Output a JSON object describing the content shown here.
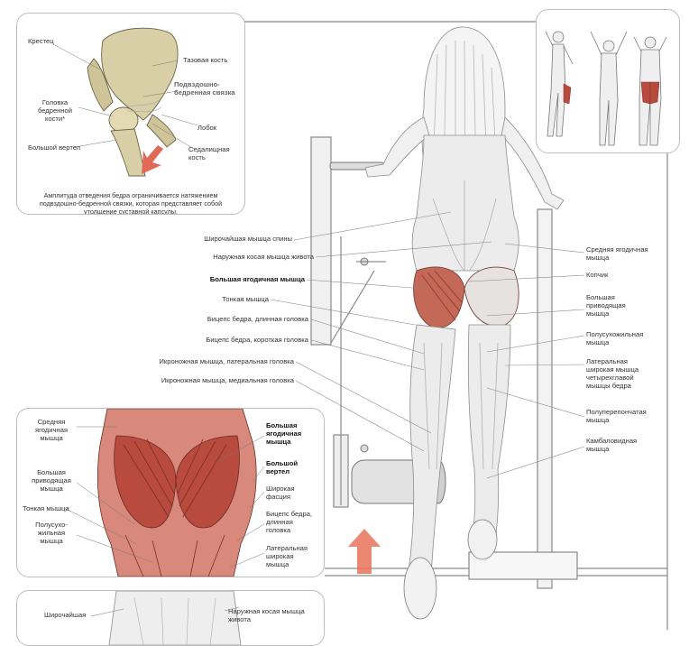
{
  "pelvis_inset": {
    "labels": {
      "sacrum": "Крестец",
      "pelvic_bone": "Тазовая кость",
      "iliofemoral_ligament": "Подвздошно-\nбедренная связка",
      "femur_head": "Головка\nбедренной\nкости*",
      "pubis": "Лобок",
      "greater_trochanter": "Большой вертел",
      "ischium": "Седалищная\nкость"
    },
    "caption": "Амплитуда отведения бедра ограничивается натяжением подвздошно-бедренной связки, которая представляет собой утолщение суставной капсулы."
  },
  "main_labels_left": {
    "latissimus": "Широчайшая мышца спины",
    "external_oblique": "Наружная косая мышца живота",
    "gluteus_maximus": "Большая ягодичная мышца",
    "gracilis": "Тонкая мышца",
    "biceps_long": "Бицепс бедра, длинная головка",
    "biceps_short": "Бицепс бедра, короткая головка",
    "gastrocnemius_lateral": "Икроножная мышца, латеральная головка",
    "gastrocnemius_medial": "Икроножная мышца, медиальная головка"
  },
  "main_labels_right": {
    "gluteus_medius": "Средняя ягодичная\nмышца",
    "coccyx": "Копчик",
    "adductor_magnus": "Большая\nприводящая\nмышца",
    "semitendinosus": "Полусухожильная\nмышца",
    "vastus_lateralis": "Латеральная\nширокая мышца\nчетырехглавой\nмышцы бедра",
    "semimembranosus": "Полуперепончатая\nмышца",
    "soleus": "Камбаловидная\nмышца"
  },
  "glute_inset": {
    "left": {
      "gluteus_medius": "Средняя\nягодичная\nмышца",
      "adductor_magnus": "Большая\nприводящая\nмышца",
      "gracilis": "Тонкая мышца",
      "semitendinosus": "Полусухо-\nжильная\nмышца"
    },
    "right": {
      "gluteus_maximus": "Большая\nягодичная\nмышца",
      "greater_trochanter": "Большой\nвертел",
      "fascia_lata": "Широкая\nфасция",
      "biceps_long": "Бицепс бедра,\nдлинная\nголовка",
      "vastus_lateralis": "Латеральная\nширокая\nмышца"
    }
  },
  "bottom_inset": {
    "latissimus": "Широчайшая",
    "external_oblique": "Наружная косая мышца\nживота"
  },
  "colors": {
    "muscle_red": "#b94a3e",
    "muscle_red_light": "#d9897b",
    "bone": "#d9cfa6",
    "sketch": "#6a6a6a",
    "arrow": "#e8735a"
  }
}
